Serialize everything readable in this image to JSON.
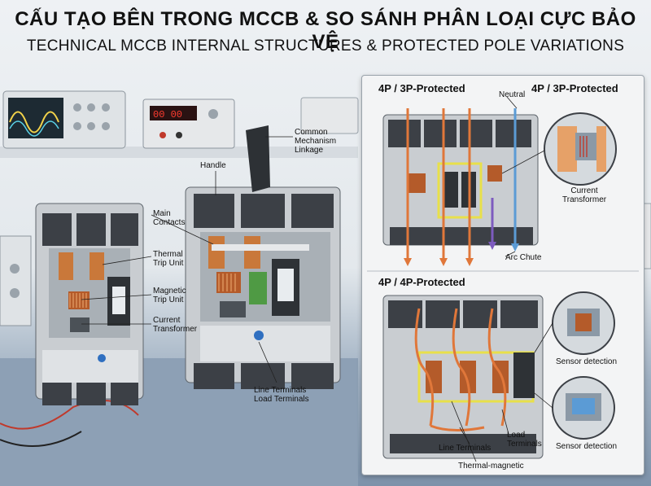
{
  "header": {
    "title_vi": "CẤU TẠO BÊN TRONG MCCB & SO SÁNH PHÂN LOẠI CỰC BẢO VỆ",
    "title_en": "TECHNICAL MCCB INTERNAL STRUCTURES & PROTECTED POLE VARIATIONS"
  },
  "left_labels": {
    "common_mechanism": "Common\nMechanism\nLinkage",
    "handle": "Handle",
    "main_contacts": "Main\nContacts",
    "thermal_trip": "Thermal\nTrip Unit",
    "magnetic_trip": "Magnetic\nTrip Unit",
    "current_transformer": "Current\nTransformer",
    "terminals": "Line Terminals\nLoad Terminals"
  },
  "panel_top": {
    "heading_left": "4P / 3P-Protected",
    "heading_right": "4P / 3P-Protected",
    "neutral": "Neutral",
    "current_transformer": "Current\nTransformer",
    "arc_chute": "Arc Chute"
  },
  "panel_bottom": {
    "heading": "4P / 4P-Protected",
    "sensor_1": "Sensor detection",
    "sensor_2": "Sensor detection",
    "load_terminals": "Load\nTerminals",
    "line_terminals": "Line Terminals",
    "thermal_magnetic": "Thermal-magnetic"
  },
  "colors": {
    "arrow_orange": "#e0773a",
    "arrow_blue": "#5b9bd5",
    "arrow_purple": "#7d5bbf",
    "highlight_yellow": "#e8e04a",
    "breaker_grey": "#c9cdd1",
    "breaker_dark": "#3c4046"
  },
  "icons": [
    "oscilloscope-icon",
    "power-supply-icon",
    "breaker-icon",
    "coil-icon",
    "zoom-circle-icon"
  ]
}
